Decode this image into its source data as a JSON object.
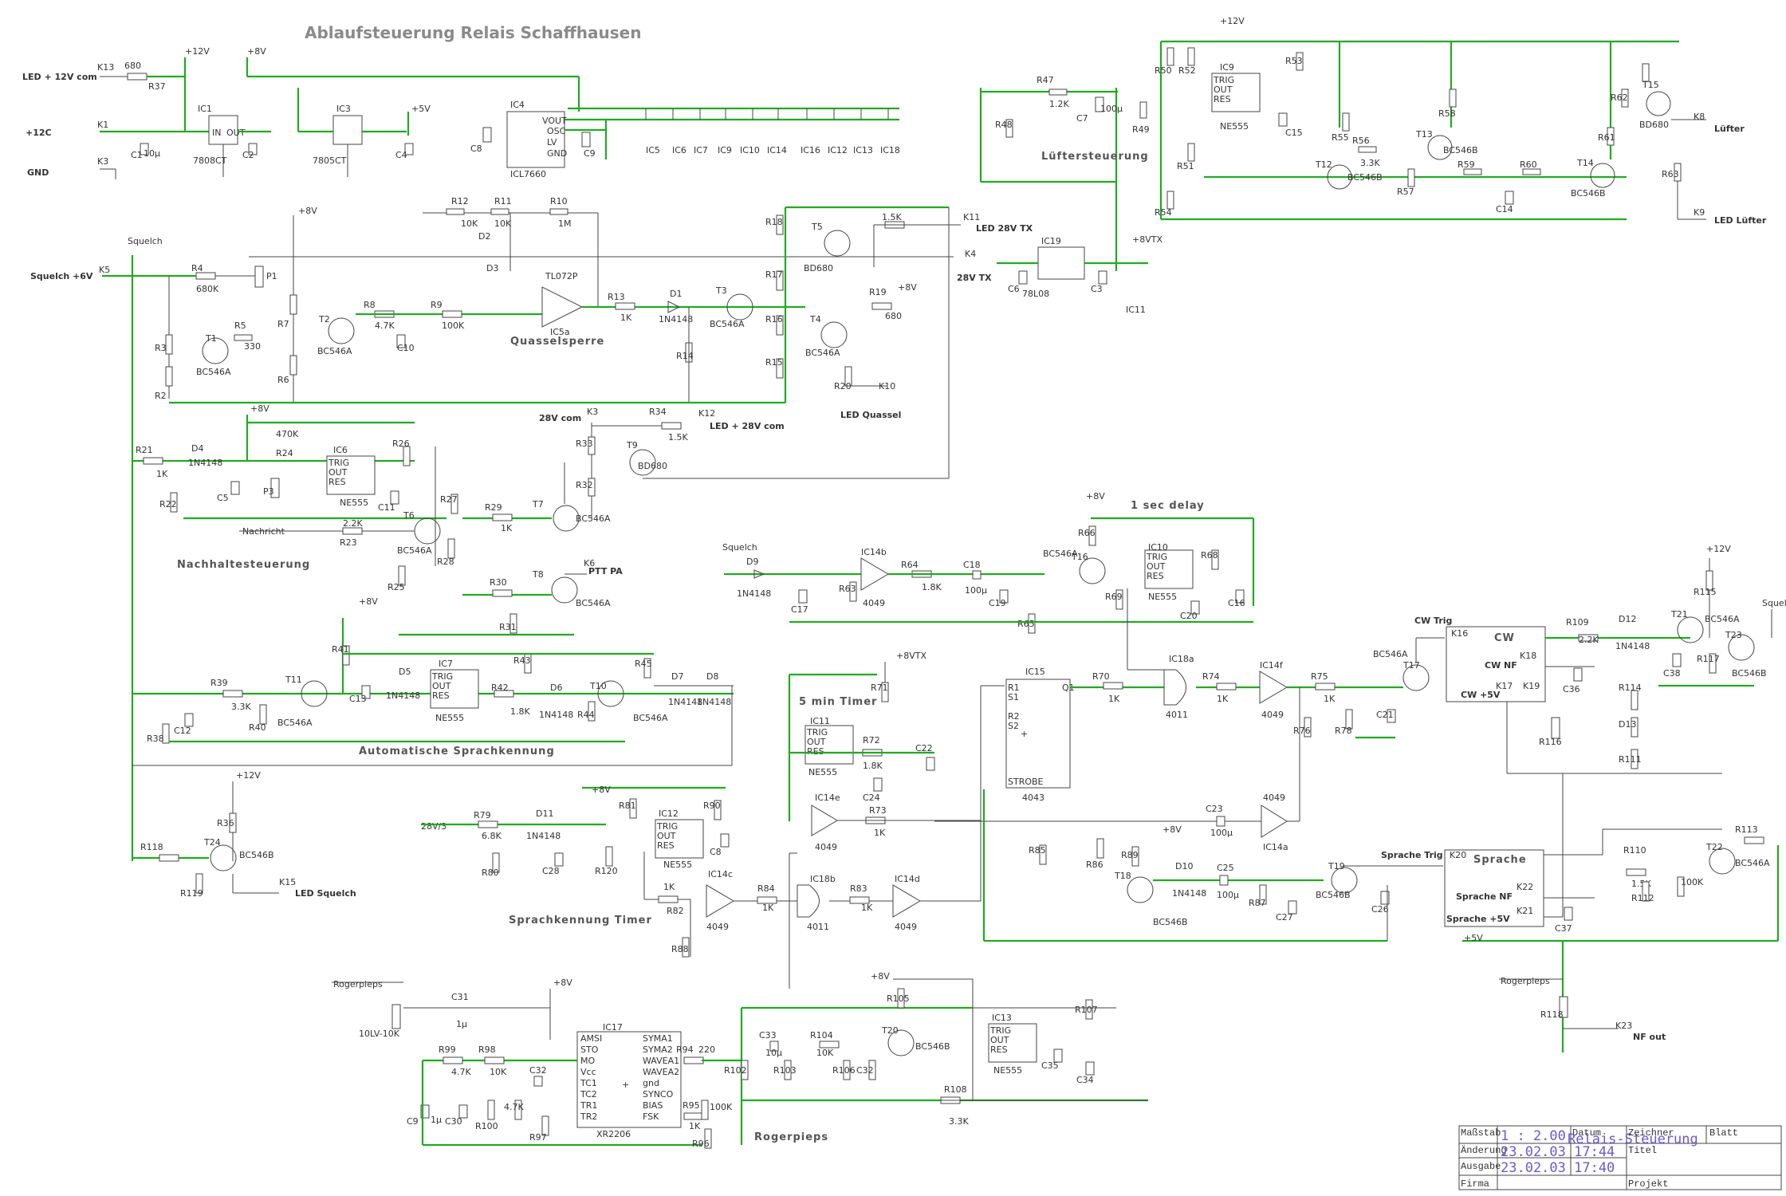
{
  "title": "Ablaufsteuerung Relais Schaffhausen",
  "sections": {
    "quasselsperre": "Quasselsperre",
    "lueftersteuerung": "Lüftersteuerung",
    "nachhaltesteuerung": "Nachhaltesteuerung",
    "automatische_sprachkennung": "Automatische Sprachkennung",
    "sprachkennung_timer": "Sprachkennung Timer",
    "rogerpieps": "Rogerpieps",
    "one_sec_delay": "1 sec delay",
    "five_min_timer": "5 min Timer",
    "cw": "CW",
    "sprache": "Sprache"
  },
  "connectors": {
    "led_12v_com": "LED + 12V com",
    "plus12c": "+12C",
    "gnd": "GND",
    "squelch_6v": "Squelch +6V",
    "led_28v_tx": "LED 28V TX",
    "v28_tx": "28V TX",
    "v28_com": "28V com",
    "led_28v_com": "LED + 28V com",
    "led_quassel": "LED Quassel",
    "ptt_pa": "PTT PA",
    "luefter": "Lüfter",
    "led_luefter": "LED Lüfter",
    "led_squelch": "LED Squelch",
    "nf_out": "NF out",
    "cw_trig": "CW Trig",
    "cw_nf": "CW NF",
    "cw_5v": "CW +5V",
    "sprache_trig": "Sprache Trig",
    "sprache_nf": "Sprache NF",
    "sprache_5v": "Sprache +5V"
  },
  "rails": {
    "v12": "+12V",
    "v8": "+8V",
    "v5": "+5V",
    "v8tx": "+8VTX"
  },
  "power": {
    "ic1": "IC1",
    "ic1_type": "7808CT",
    "ic3": "IC3",
    "ic3_type": "7805CT",
    "ic4": "IC4",
    "ic4_type": "ICL7660",
    "ic19": "IC19",
    "ic19_type": "78L08",
    "decoupling": [
      "IC5",
      "IC6",
      "IC7",
      "IC9",
      "IC10",
      "IC14",
      "IC16",
      "IC12",
      "IC13",
      "IC18"
    ]
  },
  "ics": {
    "ic5a": "IC5a",
    "ic5_type": "TL072P",
    "ic6": "IC6",
    "ic7": "IC7",
    "ic9": "IC9",
    "ic10": "IC10",
    "ic11": "IC11",
    "ic12": "IC12",
    "ic13": "IC13",
    "ne555": "NE555",
    "ic14a": "IC14a",
    "ic14b": "IC14b",
    "ic14c": "IC14c",
    "ic14d": "IC14d",
    "ic14e": "IC14e",
    "ic14f": "IC14f",
    "cd4049": "4049",
    "ic15": "IC15",
    "cd4043": "4043",
    "ic18a": "IC18a",
    "ic18b": "IC18b",
    "cd4011": "4011",
    "ic17": "IC17",
    "xr2206": "XR2206",
    "ic16": "IC16"
  },
  "transistors": {
    "t1": "T1",
    "t2": "T2",
    "t3": "T3",
    "t4": "T4",
    "t5": "T5",
    "t6": "T6",
    "t7": "T7",
    "t8": "T8",
    "t9": "T9",
    "t10": "T10",
    "t11": "T11",
    "t12": "T12",
    "t13": "T13",
    "t14": "T14",
    "t15": "T15",
    "t16": "T16",
    "t17": "T17",
    "t18": "T18",
    "t19": "T19",
    "t20": "T20",
    "t21": "T21",
    "t22": "T22",
    "t23": "T23",
    "t24": "T24",
    "bc546a": "BC546A",
    "bc546b": "BC546B",
    "bd680": "BD680"
  },
  "titleblock": {
    "massstab_label": "Maßstab",
    "massstab": "1 : 2.00",
    "datum_label": "Datum",
    "datum": "Relais-Steuerung",
    "zeichner_label": "Zeichner",
    "blatt_label": "Blatt",
    "titel_label": "Titel",
    "aenderung_label": "Änderung",
    "aenderung": "23.02.03 17:44",
    "ausgabe_label": "Ausgabe",
    "ausgabe": "23.02.03 17:40",
    "firma_label": "Firma",
    "projekt_label": "Projekt"
  }
}
